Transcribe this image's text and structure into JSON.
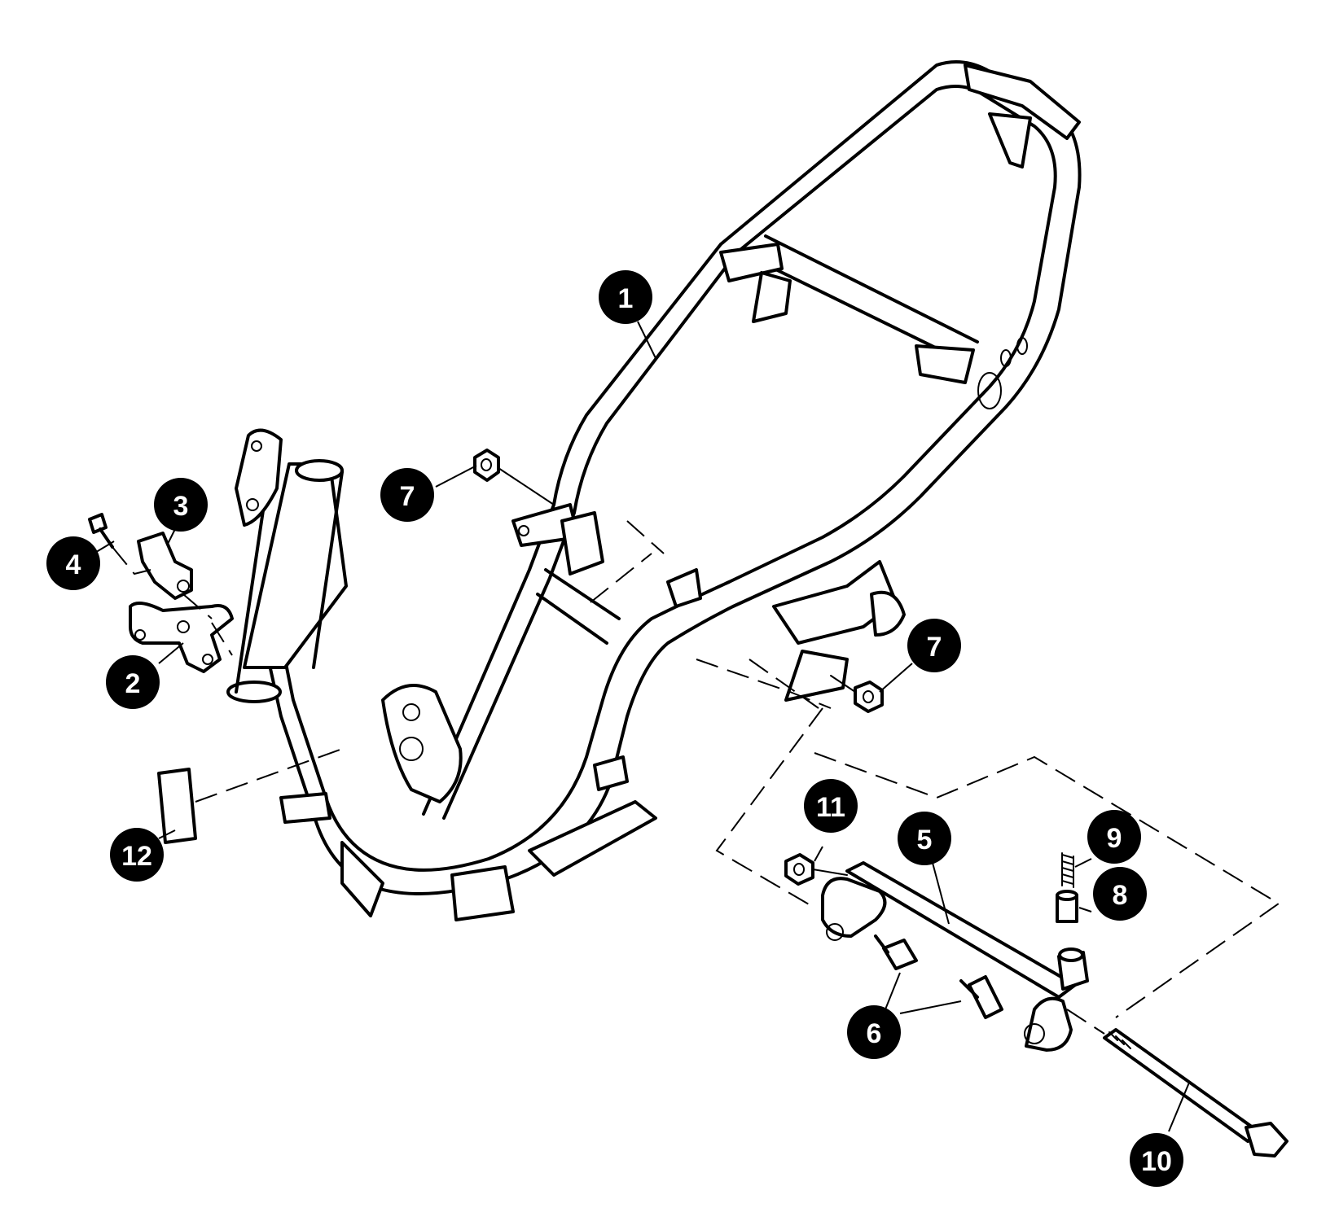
{
  "callouts": [
    {
      "id": "c1",
      "label": "1"
    },
    {
      "id": "c2",
      "label": "2"
    },
    {
      "id": "c3",
      "label": "3"
    },
    {
      "id": "c4",
      "label": "4"
    },
    {
      "id": "c5",
      "label": "5"
    },
    {
      "id": "c6",
      "label": "6"
    },
    {
      "id": "c7a",
      "label": "7"
    },
    {
      "id": "c7b",
      "label": "7"
    },
    {
      "id": "c8",
      "label": "8"
    },
    {
      "id": "c9",
      "label": "9"
    },
    {
      "id": "c10",
      "label": "10"
    },
    {
      "id": "c11",
      "label": "11"
    },
    {
      "id": "c12",
      "label": "12"
    }
  ],
  "colors": {
    "ink": "#000000",
    "paper": "#ffffff"
  }
}
